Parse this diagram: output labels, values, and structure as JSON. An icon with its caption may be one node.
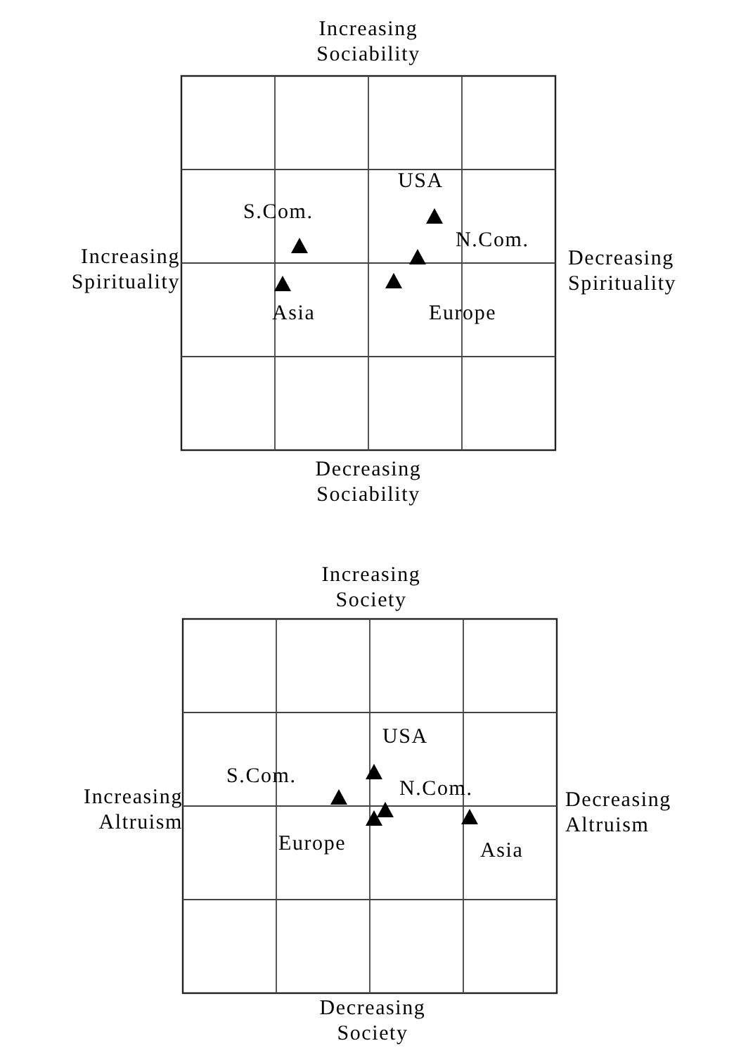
{
  "diagram": {
    "labels": [
      "Increasing Sociability",
      "USA",
      "S.Com.",
      "N.Com.",
      "Increasing Spirituality",
      "Decreasing Spirituality",
      "Asia",
      "Europe",
      "Decreasing Sociability",
      "Increasing Society",
      "USA",
      "S.Com.",
      "N.Com.",
      "Increasing Altruism",
      "Decreasing Altruism",
      "Europe",
      "Asia",
      "Decreasing Society"
    ]
  }
}
